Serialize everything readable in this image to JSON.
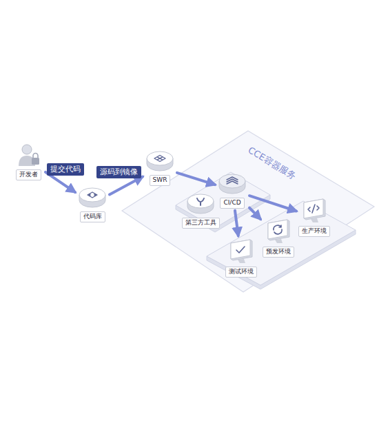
{
  "diagram": {
    "nodes": [
      {
        "text": [
          "开发者"
        ]
      },
      {
        "text": [
          "代码库"
        ]
      },
      {
        "text": [
          "SWR"
        ]
      },
      {
        "text": [
          "CCE容器服务"
        ]
      },
      {
        "text": [
          "第三方工具"
        ],
        "in": 3
      },
      {
        "text": [
          "CI/CD"
        ],
        "in": 3
      },
      {
        "text": [
          "测试环境"
        ],
        "in": 3
      },
      {
        "text": [
          "预发环境"
        ],
        "in": 3
      },
      {
        "text": [
          "生产环境"
        ],
        "in": 3
      }
    ],
    "edges": [
      {
        "from": 0,
        "to": 1,
        "arrow": "to",
        "label": "提交代码"
      },
      {
        "from": 1,
        "to": 2,
        "arrow": "to",
        "label": "源码到镜像"
      },
      {
        "from": 2,
        "to": 5,
        "arrow": "to"
      },
      {
        "from": 5,
        "to": 6,
        "arrow": "to"
      },
      {
        "from": 5,
        "to": 7,
        "arrow": "to"
      },
      {
        "from": 5,
        "to": 8,
        "arrow": "to"
      }
    ]
  }
}
